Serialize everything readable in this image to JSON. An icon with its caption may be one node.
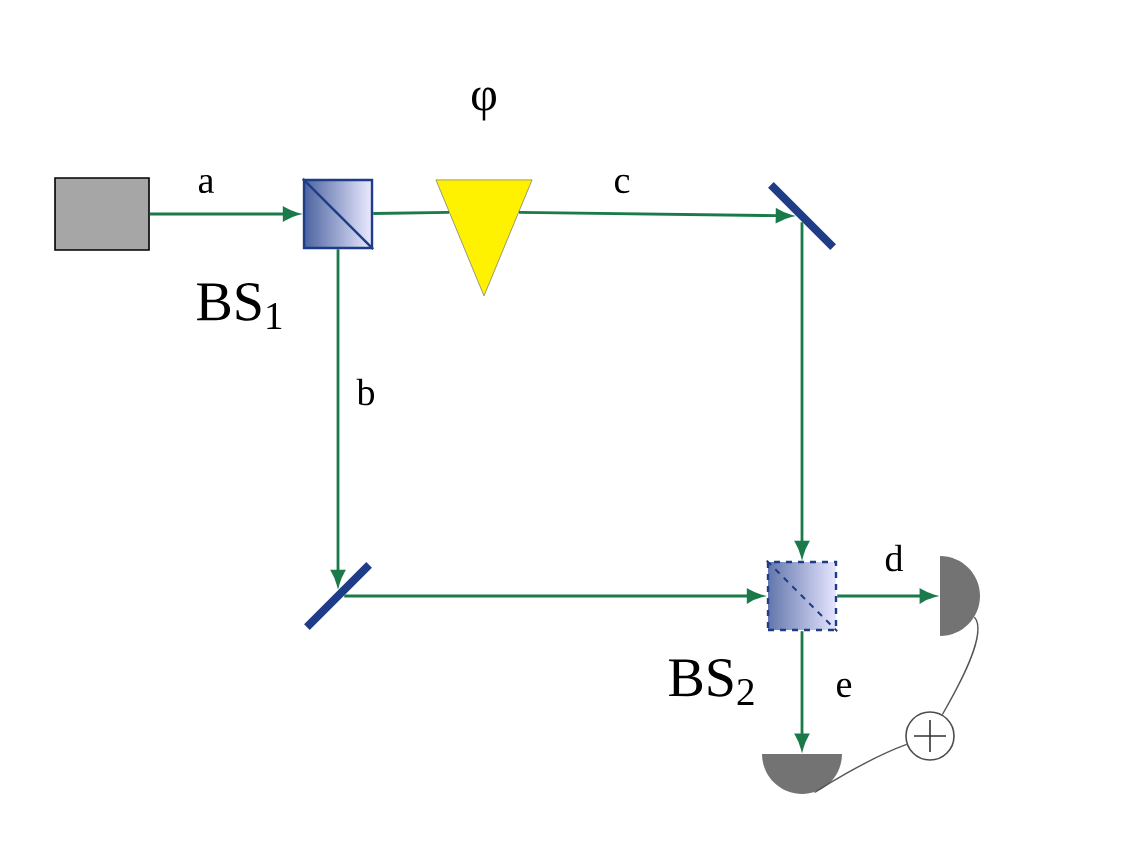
{
  "diagram": {
    "nodes": [
      {
        "text": [],
        "shape": "box"
      },
      {
        "text": [
          "BS$_{1}$"
        ]
      },
      {
        "text": [
          "φ"
        ]
      },
      {
        "text": [],
        "shape": "bar"
      },
      {
        "text": [],
        "shape": "bar"
      },
      {
        "text": [
          "BS$_{2}$"
        ]
      },
      {
        "text": [],
        "shape": "semicircle"
      },
      {
        "text": [],
        "shape": "semicircle"
      },
      {
        "text": [],
        "shape": "circle"
      }
    ],
    "edges": [
      {
        "from": 0,
        "to": 1,
        "arrow": "to",
        "label": "a"
      },
      {
        "from": 1,
        "to": 2,
        "arrow": "none"
      },
      {
        "from": 2,
        "to": 3,
        "arrow": "to",
        "label": "c"
      },
      {
        "from": 1,
        "to": 4,
        "arrow": "to",
        "label": "b"
      },
      {
        "from": 3,
        "to": 5,
        "arrow": "to"
      },
      {
        "from": 4,
        "to": 5,
        "arrow": "to"
      },
      {
        "from": 5,
        "to": 6,
        "arrow": "to",
        "label": "d"
      },
      {
        "from": 5,
        "to": 7,
        "arrow": "to",
        "label": "e"
      },
      {
        "from": 6,
        "to": 8,
        "arrow": "none",
        "color": "#555555"
      },
      {
        "from": 8,
        "to": 7,
        "arrow": "none",
        "color": "#555555"
      }
    ]
  }
}
